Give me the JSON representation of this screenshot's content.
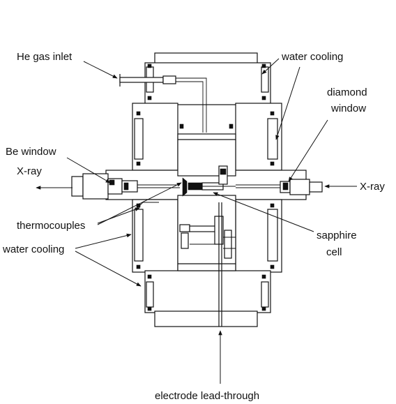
{
  "labels": {
    "he_gas_inlet": "He gas inlet",
    "water_cooling_top": "water cooling",
    "diamond_window_line1": "diamond",
    "diamond_window_line2": "window",
    "be_window": "Be window",
    "xray_left": "X-ray",
    "xray_right": "X-ray",
    "thermocouples": "thermocouples",
    "water_cooling_left": "water cooling",
    "sapphire_cell_line1": "sapphire",
    "sapphire_cell_line2": "cell",
    "electrode_lead_through": "electrode lead-through"
  },
  "colors": {
    "line": "#111111",
    "background": "#ffffff"
  }
}
